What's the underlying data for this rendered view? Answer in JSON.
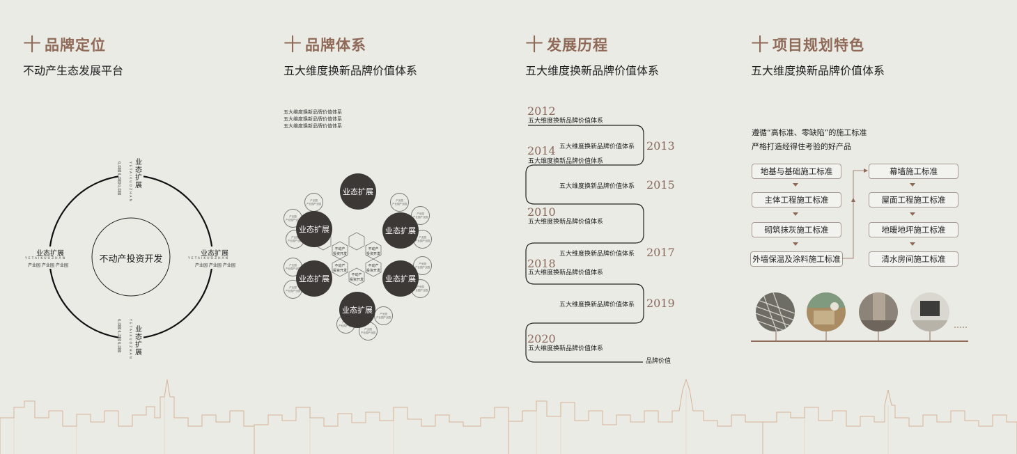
{
  "panel1": {
    "title_plus": "十",
    "title": "品牌定位",
    "subtitle": "不动产生态发展平台",
    "center_text": "不动产投资开发",
    "node_label": "业态扩展",
    "node_latin": "YETAIKUOZHAN",
    "node_sub": "产业园 产业园 产业园"
  },
  "panel2": {
    "title_plus": "十",
    "title": "品牌体系",
    "subtitle": "五大维度换新品牌价值体系",
    "small_lines": [
      "五大维度换新品牌价值体系",
      "五大维度换新品牌价值体系",
      "五大维度换新品牌价值体系"
    ],
    "circle_label": "业态扩展",
    "hex_text": "不动产\n投资开发",
    "small_circle_text": "产业园\n产业园产业园"
  },
  "panel3": {
    "title_plus": "十",
    "title": "发展历程",
    "subtitle": "五大维度换新品牌价值体系",
    "entry_text": "五大维度换新品牌价值体系",
    "years": [
      "2012",
      "2013",
      "2014",
      "2015",
      "2010",
      "2017",
      "2018",
      "2019",
      "2020"
    ],
    "end_label": "品牌价值"
  },
  "panel4": {
    "title_plus": "十",
    "title": "项目规划特色",
    "subtitle": "五大维度换新品牌价值体系",
    "lead_line1": "遵循“高标准、零缺陷”的施工标准",
    "lead_line2": "严格打造经得住考验的好产品",
    "left_steps": [
      "地基与基础施工标准",
      "主体工程施工标准",
      "砌筑抹灰施工标准",
      "外墙保温及涂料施工标准"
    ],
    "right_steps": [
      "幕墙施工标准",
      "屋面工程施工标准",
      "地暖地坪施工标准",
      "清水房间施工标准"
    ]
  },
  "colors": {
    "background": "#ebebe5",
    "accent": "#8f6a58",
    "dark_circle": "#3c3836",
    "skyline": "#c99a7a"
  }
}
